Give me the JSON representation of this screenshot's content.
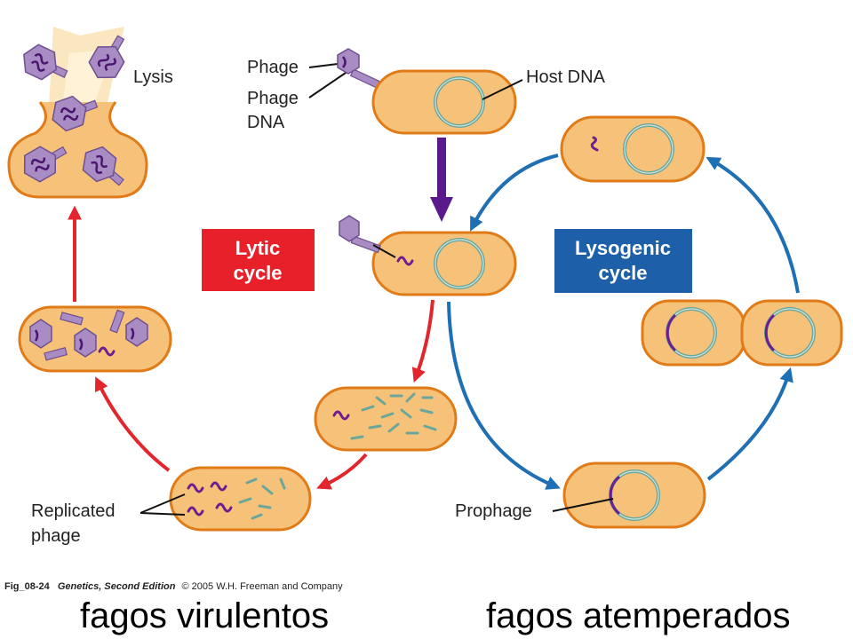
{
  "labels": {
    "lysis": "Lysis",
    "phage": "Phage",
    "phage_dna_1": "Phage",
    "phage_dna_2": "DNA",
    "host_dna": "Host DNA",
    "lytic_1": "Lytic",
    "lytic_2": "cycle",
    "lysogenic_1": "Lysogenic",
    "lysogenic_2": "cycle",
    "replicated_1": "Replicated",
    "replicated_2": "phage",
    "prophage": "Prophage"
  },
  "credit": {
    "fig": "Fig_08-24",
    "book": "Genetics, Second Edition",
    "rest": "© 2005 W.H. Freeman and Company"
  },
  "captions": {
    "left": "fagos virulentos",
    "right": "fagos atemperados"
  },
  "colors": {
    "cell_fill": "#f6c27a",
    "cell_outline": "#e07b18",
    "host_dna": "#6aa69b",
    "phage_dna": "#6b1f8f",
    "phage_body": "#a98cc4",
    "lytic": "#e3262d",
    "lysogenic": "#1e6fb3",
    "infection_arrow": "#5a1a8c"
  }
}
